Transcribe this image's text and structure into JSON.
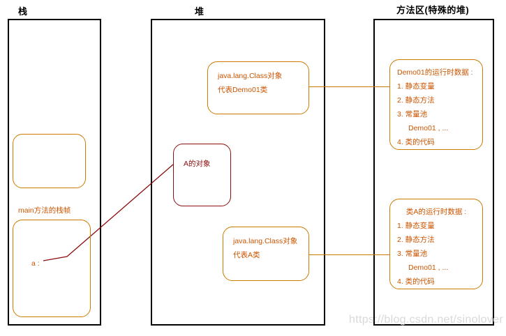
{
  "diagram": {
    "title_stack": "栈",
    "title_heap": "堆",
    "title_method_area": "方法区(特殊的堆)",
    "colors": {
      "region_border": "#000000",
      "orange_box": "#cc7a00",
      "orange_text": "#cc5500",
      "red_box": "#8b0d0d",
      "watermark": "#d9d9d9"
    },
    "stack": {
      "frame_empty_label": "",
      "frame_caption": "main方法的栈帧",
      "variable_label": "a :"
    },
    "heap": {
      "class_object_demo01": {
        "line1": "java.lang.Class对象",
        "line2": "代表Demo01类"
      },
      "object_a": "A的对象",
      "class_object_a": {
        "line1": "java.lang.Class对象",
        "line2": "代表A类"
      }
    },
    "method_area": {
      "demo01": {
        "heading": "Demo01的运行时数据 :",
        "items": [
          "1. 静态变量",
          "2. 静态方法",
          "3. 常量池",
          "Demo01 , ...",
          "4. 类的代码"
        ]
      },
      "class_a": {
        "heading": "类A的运行时数据 :",
        "items": [
          "1. 静态变量",
          "2. 静态方法",
          "3. 常量池",
          "Demo01 , ...",
          "4. 类的代码"
        ]
      }
    },
    "watermark": "https://blog.csdn.net/sinolover"
  }
}
